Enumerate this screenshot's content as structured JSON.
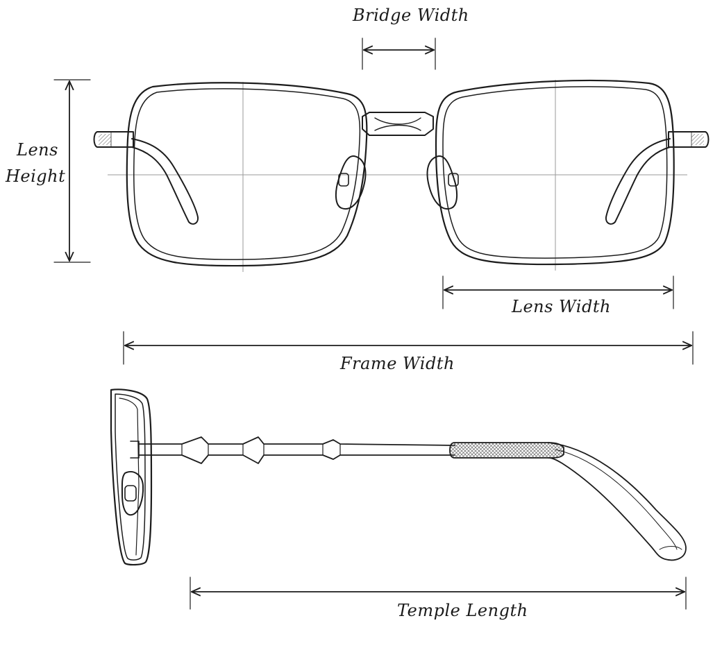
{
  "labels": {
    "bridge_width": "Bridge Width",
    "lens_height_line1": "Lens",
    "lens_height_line2": "Height",
    "lens_width": "Lens Width",
    "frame_width": "Frame Width",
    "temple_length": "Temple Length"
  },
  "colors": {
    "ink": "#1c1c1c",
    "background": "#ffffff",
    "guide": "#9a9a9a"
  }
}
